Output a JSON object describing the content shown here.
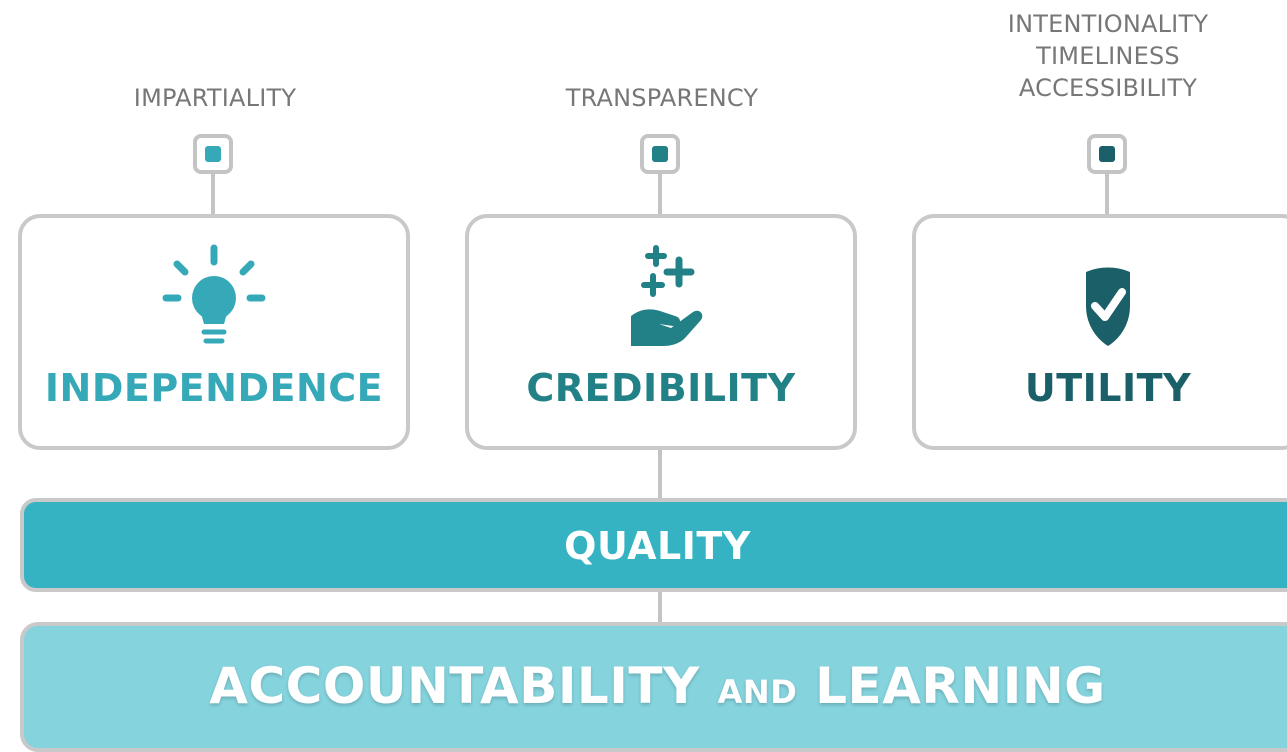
{
  "colors": {
    "independence": "#36a9b9",
    "credibility": "#228087",
    "utility": "#1b6069",
    "quality_bar": "#36b3c3",
    "foundation_bar": "#84d3dd",
    "connector": "#c4c4c4",
    "top_label": "#777777"
  },
  "pillars": [
    {
      "criteria": [
        "IMPARTIALITY"
      ],
      "title": "INDEPENDENCE",
      "icon": "lightbulb-icon"
    },
    {
      "criteria": [
        "TRANSPARENCY"
      ],
      "title": "CREDIBILITY",
      "icon": "hand-with-sparkles-icon"
    },
    {
      "criteria": [
        "INTENTIONALITY",
        "TIMELINESS",
        "ACCESSIBILITY"
      ],
      "title": "UTILITY",
      "icon": "shield-check-icon"
    }
  ],
  "quality": {
    "label": "QUALITY"
  },
  "foundation": {
    "label_part1": "ACCOUNTABILITY",
    "label_connector": "AND",
    "label_part2": "LEARNING"
  }
}
